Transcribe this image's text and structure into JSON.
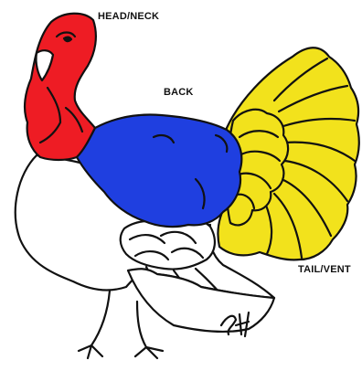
{
  "labels": {
    "head_neck": "HEAD/NECK",
    "back": "BACK",
    "tail_vent": "TAIL/VENT"
  },
  "colors": {
    "head_neck": "#ee1c24",
    "back": "#1f3fe0",
    "tail_vent": "#f2e21c",
    "body": "#ffffff",
    "outline": "#111111"
  },
  "regions": [
    "head-neck-region",
    "back-region",
    "tail-vent-region",
    "body-region"
  ]
}
